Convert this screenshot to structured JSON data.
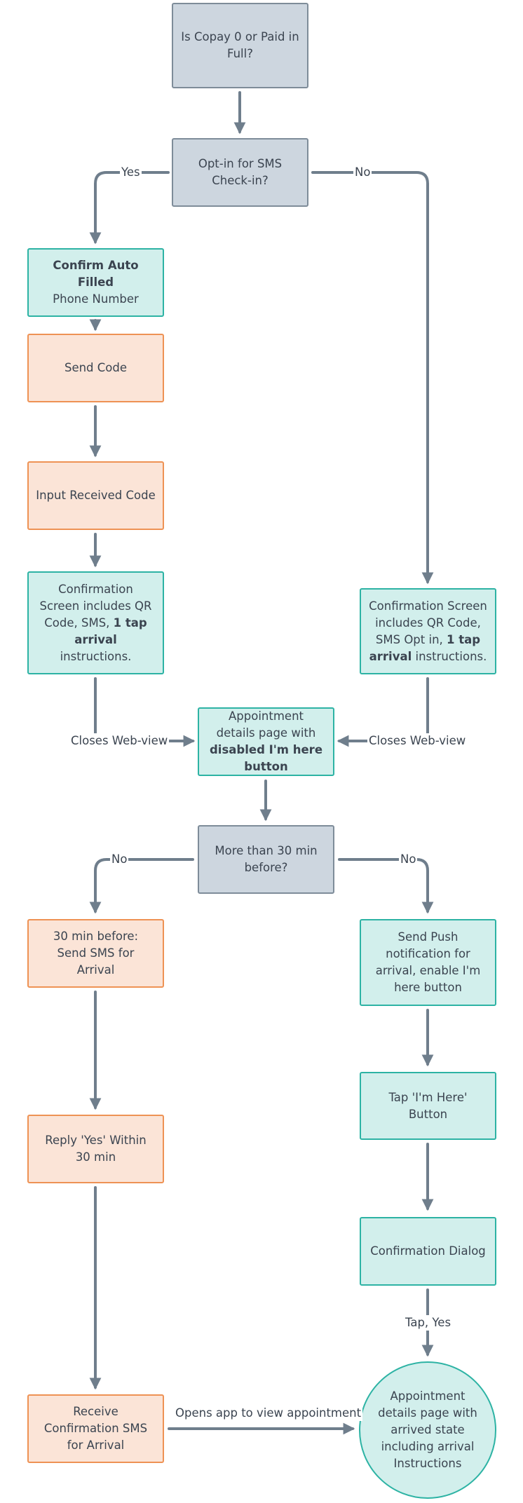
{
  "nodes": {
    "copay": "Is Copay 0 or Paid in Full?",
    "optin": "Opt-in for SMS Check-in?",
    "confirm_phone": {
      "bold": "Confirm Auto Filled",
      "rest": "Phone Number"
    },
    "send_code": "Send Code",
    "input_code": "Input Received Code",
    "conf_left": {
      "pre": "Confirmation Screen includes QR Code, SMS, ",
      "bold": "1 tap arrival",
      "post": " instructions."
    },
    "conf_right": {
      "pre": "Confirmation Screen includes QR Code, SMS Opt in, ",
      "bold": "1 tap arrival",
      "post": " instructions."
    },
    "appt_disabled": {
      "pre": "Appointment details page with ",
      "bold": "disabled I'm here button"
    },
    "more30": "More than 30 min before?",
    "sms30": "30 min before: Send SMS for Arrival",
    "push": "Send Push notification for arrival, enable I'm here button",
    "reply": "Reply 'Yes' Within 30 min",
    "tap_here": "Tap 'I'm Here' Button",
    "conf_dialog": "Confirmation Dialog",
    "receive": "Receive Confirmation SMS for Arrival",
    "appt_arrived": "Appointment details page with arrived state including arrival Instructions"
  },
  "edges": {
    "yes": "Yes",
    "no_optin": "No",
    "closes_left": "Closes Web-view",
    "closes_right": "Closes Web-view",
    "no_left": "No",
    "no_right": "No",
    "tap_yes": "Tap, Yes",
    "opens_app": "Opens app to view appointment"
  },
  "colors": {
    "decision_fill": "#cdd6df",
    "decision_border": "#7e8c99",
    "screen_fill": "#d2efec",
    "screen_border": "#2db3a4",
    "sms_fill": "#fbe4d7",
    "sms_border": "#ee9254",
    "connector": "#6f7e8c"
  }
}
